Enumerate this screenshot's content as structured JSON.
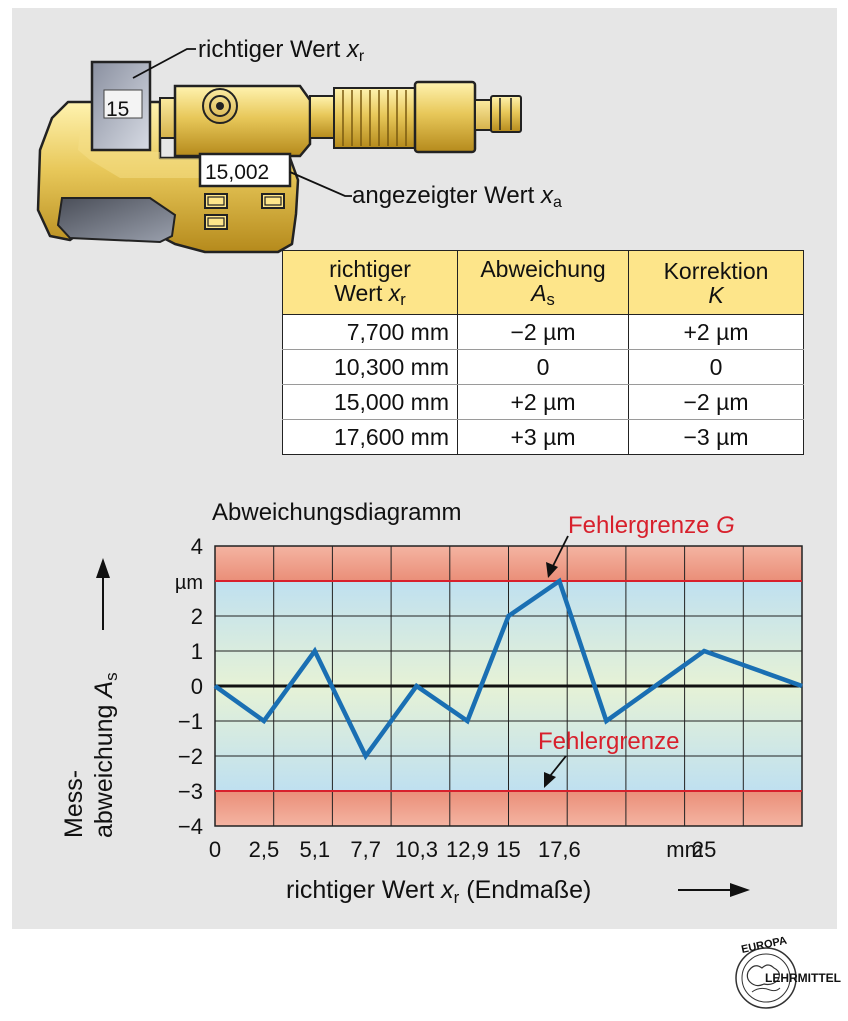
{
  "callouts": {
    "richtig_text": "richtiger Wert ",
    "richtig_var": "x",
    "richtig_sub": "r",
    "angezeigt_text": "angezeigter Wert ",
    "angezeigt_var": "x",
    "angezeigt_sub": "a"
  },
  "micrometer": {
    "block_value": "15",
    "display_value": "15,002"
  },
  "table": {
    "headers": [
      {
        "line1": "richtiger",
        "line2_text": "Wert ",
        "line2_var": "x",
        "line2_sub": "r"
      },
      {
        "line1": "Abweichung",
        "line2_var": "A",
        "line2_sub": "s"
      },
      {
        "line1": "Korrektion",
        "line2_var": "K"
      }
    ],
    "rows": [
      [
        "7,700 mm",
        "−2 µm",
        "+2 µm"
      ],
      [
        "10,300 mm",
        "0",
        "0"
      ],
      [
        "15,000 mm",
        "+2 µm",
        "−2 µm"
      ],
      [
        "17,600 mm",
        "+3 µm",
        "−3 µm"
      ]
    ]
  },
  "chart_data": {
    "type": "line",
    "title": "Abweichungsdiagramm",
    "ylabel_line1": "Mess-",
    "ylabel_line2_text": "abweichung ",
    "ylabel_var": "A",
    "ylabel_sub": "s",
    "xlabel_text": "richtiger Wert ",
    "xlabel_var": "x",
    "xlabel_sub": "r",
    "xlabel_suffix": " (Endmaße)",
    "y_unit": "µm",
    "x_unit": "mm",
    "ylim": [
      -4,
      4
    ],
    "xlim": [
      0,
      30
    ],
    "y_ticks": [
      "4",
      "",
      "2",
      "1",
      "0",
      "−1",
      "−2",
      "−3",
      "−4"
    ],
    "x_tick_labels": [
      {
        "x": 0,
        "label": "0"
      },
      {
        "x": 2.5,
        "label": "2,5"
      },
      {
        "x": 5.1,
        "label": "5,1"
      },
      {
        "x": 7.7,
        "label": "7,7"
      },
      {
        "x": 10.3,
        "label": "10,3"
      },
      {
        "x": 12.9,
        "label": "12,9"
      },
      {
        "x": 15,
        "label": "15"
      },
      {
        "x": 17.6,
        "label": "17,6"
      },
      {
        "x": 25,
        "label": "25"
      }
    ],
    "upper_limit": 3,
    "lower_limit": -3,
    "limit_label_upper": "Fehlergrenze ",
    "limit_label_upper_var": "G",
    "limit_label_lower": "Fehlergrenze",
    "series": [
      {
        "x": [
          0,
          2.5,
          5.1,
          7.7,
          10.3,
          12.9,
          15,
          17.6,
          20,
          22.5,
          25,
          30
        ],
        "y": [
          0,
          -1,
          1,
          -2,
          0,
          -1,
          2,
          3,
          -1,
          0,
          1,
          0
        ]
      }
    ],
    "colors": {
      "line": "#1a6fb3",
      "limit": "#d8202c",
      "band_outer": "#f3aa96",
      "band_inner": "#c9e4f1",
      "center": "#e6f2d4"
    }
  },
  "publisher": {
    "top": "EUROPA",
    "bottom": "LEHRMITTEL"
  }
}
